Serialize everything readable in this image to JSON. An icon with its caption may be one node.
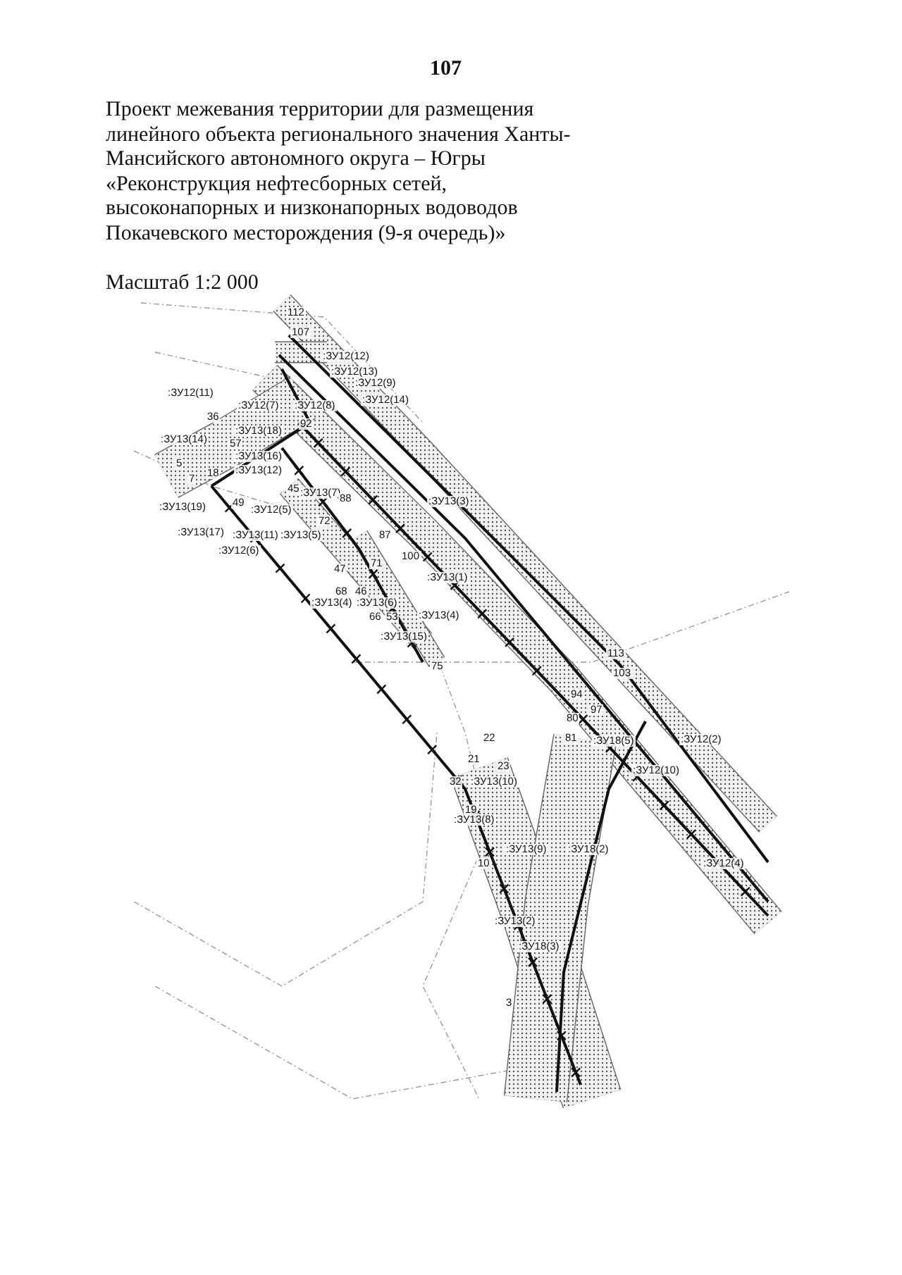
{
  "diagram": {
    "title": "Проект межевания территории для размещения линейного объекта регионального значения Ханты-Мансийского автономного округа – Югры «Реконструкция нефтесборных сетей, высоконапорных и низконапорных водоводов Покачевского месторождения (9-я очередь)»",
    "labels": [
      "107",
      "Масштаб 1:2 000",
      "112",
      "107",
      ":ЗУ12(12)",
      ":ЗУ12(13)",
      ":ЗУ12(9)",
      ":ЗУ12(14)",
      ":ЗУ12(11)",
      ":ЗУ12(7)",
      ":ЗУ12(8)",
      "36",
      ":ЗУ13(18)",
      "92",
      ":ЗУ13(14)",
      "57",
      ":ЗУ13(16)",
      "5",
      ":ЗУ13(12)",
      "7",
      "18",
      "45",
      ":ЗУ13(7)",
      "88",
      ":ЗУ13(19)",
      "49",
      ":ЗУ12(5)",
      ":ЗУ13(3)",
      "72",
      ":ЗУ13(17)",
      ":ЗУ13(11)",
      ":ЗУ13(5)",
      "87",
      ":ЗУ12(6)",
      "100",
      "71",
      "47",
      ":ЗУ13(1)",
      "68",
      "46",
      ":ЗУ13(4)",
      ":ЗУ13(6)",
      "66",
      "53",
      ":ЗУ13(4)",
      ":ЗУ13(15)",
      "113",
      "75",
      "103",
      "94",
      "97",
      "80",
      "22",
      "81",
      ":ЗУ18(5)",
      ":ЗУ12(2)",
      "21",
      "23",
      ":ЗУ12(10)",
      "32",
      ":ЗУ13(10)",
      "19",
      ":ЗУ13(8)",
      ":ЗУ13(9)",
      ":ЗУ18(2)",
      "10",
      ":ЗУ12(4)",
      ":ЗУ13(2)",
      ":ЗУ18(3)",
      "3"
    ]
  }
}
